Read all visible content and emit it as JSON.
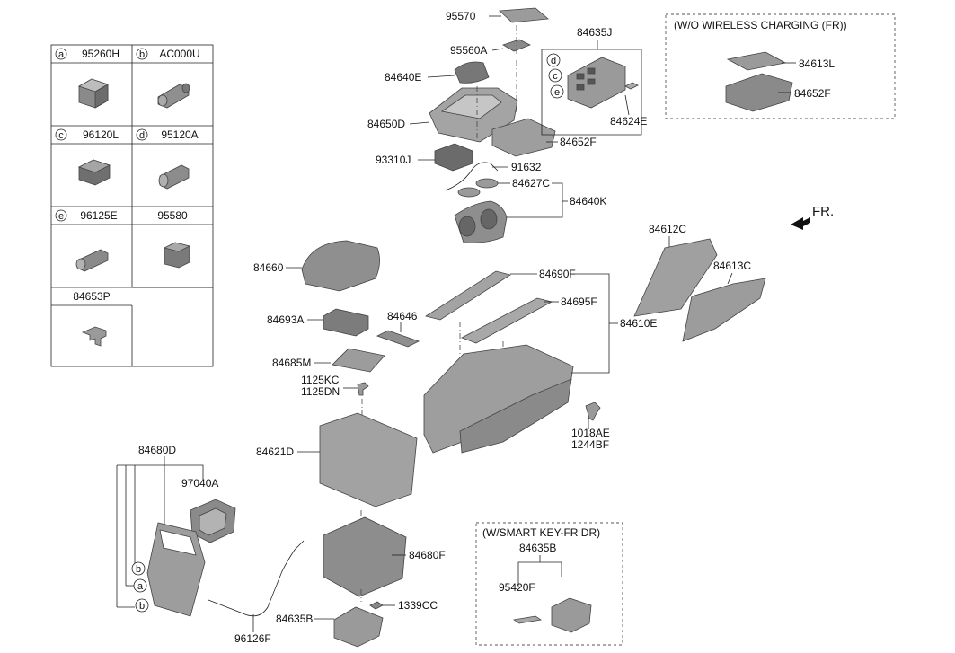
{
  "legend": {
    "cells": [
      {
        "letter": "a",
        "code": "95260H"
      },
      {
        "letter": "b",
        "code": "AC000U"
      },
      {
        "letter": "c",
        "code": "96120L"
      },
      {
        "letter": "d",
        "code": "95120A"
      },
      {
        "letter": "e",
        "code": "96125E"
      },
      {
        "letter": "",
        "code": "95580"
      },
      {
        "letter": "",
        "code": "84653P"
      }
    ]
  },
  "callouts": {
    "p95570": "95570",
    "p95560A": "95560A",
    "p84640E": "84640E",
    "p84635J": "84635J",
    "p84650D": "84650D",
    "p84624E": "84624E",
    "p84652F": "84652F",
    "p93310J": "93310J",
    "p91632": "91632",
    "p84627C": "84627C",
    "p84640K": "84640K",
    "p84660": "84660",
    "p84690F": "84690F",
    "p84693A": "84693A",
    "p84646": "84646",
    "p84695F": "84695F",
    "p84610E": "84610E",
    "p84685M": "84685M",
    "p1125KC": "1125KC",
    "p1125DN": "1125DN",
    "p84621D": "84621D",
    "p1018AE": "1018AE",
    "p1244BF": "1244BF",
    "p84680D": "84680D",
    "p97040A": "97040A",
    "p84680F": "84680F",
    "p1339CC": "1339CC",
    "p84635B": "84635B",
    "p96126F": "96126F",
    "p84612C": "84612C",
    "p84613C": "84613C"
  },
  "wireless_box": {
    "title": "(W/O WIRELESS CHARGING (FR))",
    "p84613L": "84613L",
    "p84652F": "84652F"
  },
  "smartkey_box": {
    "title": "(W/SMART KEY-FR DR)",
    "p84635B": "84635B",
    "p95420F": "95420F"
  },
  "direction": {
    "label": "FR."
  },
  "markers": {
    "a": "a",
    "b": "b",
    "c": "c",
    "d": "d",
    "e": "e"
  }
}
